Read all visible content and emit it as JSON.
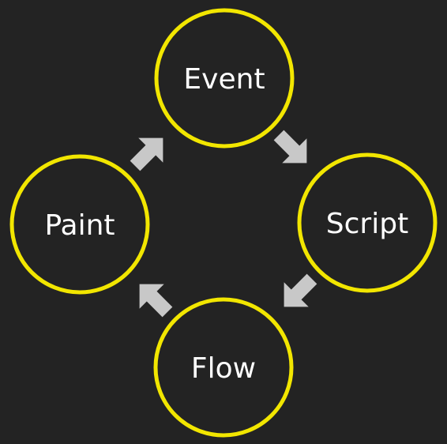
{
  "diagram": {
    "nodes": [
      {
        "id": "event",
        "label": "Event"
      },
      {
        "id": "script",
        "label": "Script"
      },
      {
        "id": "flow",
        "label": "Flow"
      },
      {
        "id": "paint",
        "label": "Paint"
      }
    ],
    "edges": [
      {
        "from": "event",
        "to": "script"
      },
      {
        "from": "script",
        "to": "flow"
      },
      {
        "from": "flow",
        "to": "paint"
      },
      {
        "from": "paint",
        "to": "event"
      }
    ]
  },
  "colors": {
    "background": "#232323",
    "node_stroke": "#f2e600",
    "node_fill": "#232323",
    "label": "#ffffff",
    "arrow": "#c8c8c8"
  }
}
